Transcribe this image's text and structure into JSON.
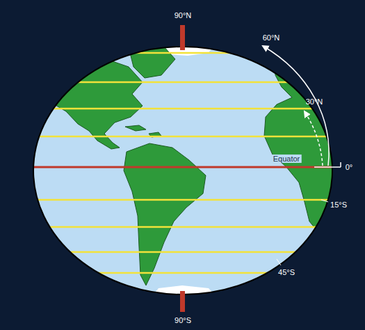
{
  "diagram": {
    "labels": [
      "90°N",
      "60°N",
      "30°N",
      "Equator",
      "0°",
      "15°S",
      "45°S",
      "90°S"
    ]
  }
}
